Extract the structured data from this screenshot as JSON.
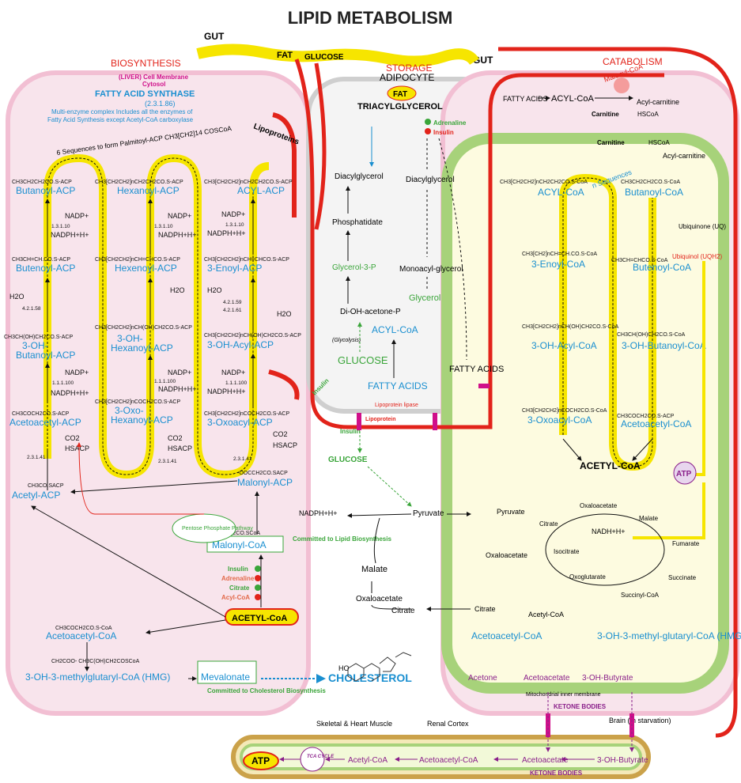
{
  "title": "LIPID METABOLISM",
  "top": {
    "gut_left": "GUT",
    "gut_right": "GUT",
    "fat": "FAT",
    "glucose": "GLUCOSE"
  },
  "sections": {
    "biosynthesis": "BIOSYNTHESIS",
    "storage": "STORAGE",
    "catabolism": "CATABOLISM"
  },
  "biosynthesis": {
    "liver": "(LIVER) Cell Membrane",
    "cytosol": "Cytosol",
    "fas": "FATTY ACID SYNTHASE",
    "fas_ec": "(2.3.1.86)",
    "fas_desc1": "Multi-enzyme complex Includes all the enzymes of",
    "fas_desc2": "Fatty Acid Synthesis except Acetyl-CoA carboxylase",
    "sequences": "6 Sequences to form Palmitoyl-ACP CH3[CH2]14 COSCoA",
    "lipoproteins": "Lipoproteins",
    "col1": [
      "CH3CH2CH2CO.S-ACP",
      "Butanoyl-ACP",
      "CH3CH=CH.CO.S-ACP",
      "Butenoyl-ACP",
      "CH3CH(OH)CH2CO.S-ACP",
      "3-OH-",
      "Butanoyl-ACP",
      "CH3COCH2CO.S-ACP",
      "Acetoacetyl-ACP"
    ],
    "col2": [
      "CH3[CH2CH2]nCH2CH2CO.S-ACP",
      "Hexanoyl-ACP",
      "CH3[CH2CH2]nCH=CHCO.S-ACP",
      "Hexenoyl-ACP",
      "CH3[CH2CH2]nCH(OH)CH2CO.S-ACP",
      "3-OH-",
      "Hexanoyl-ACP",
      "CH3[CH2CH2]nCOCH2CO.S-ACP",
      "3-Oxo-",
      "Hexanoyl-ACP"
    ],
    "col3": [
      "CH3[CH2CH2]nCH2CH2CO.S-ACP",
      "ACYL-ACP",
      "CH3[CH2CH2]nCH=CHCO.S-ACP",
      "3-Enoyl-ACP",
      "CH3[CH2CH2]nCH(OH)CH2CO.S-ACP",
      "3-OH-Acyl-ACP",
      "CH3[CH2CH2]nCOCH2CO.S-ACP",
      "3-Oxoacyl-ACP"
    ],
    "cofactors": {
      "nadp": "NADP+",
      "nadph": "NADPH+H+",
      "h2o": "H2O",
      "co2": "CO2",
      "hsacp": "HSACP"
    },
    "ecs": {
      "e1": "1.3.1.10",
      "e2": "4.2.1.58",
      "e3": "1.1.1.100",
      "e4": "2.3.1.41",
      "e5": "4.2.1.59",
      "e6": "4.2.1.61"
    },
    "acetyl_acp": "Acetyl-ACP",
    "acetyl_acp_formula": "CH3CO.SACP",
    "malonyl_acp": "Malonyl-ACP",
    "malonyl_acp_formula": "-OOCCH2CO.SACP",
    "malonyl_coa": "Malonyl-CoA",
    "malonyl_coa_formula": "-OOCCH2CO.SCoA",
    "committed_lipid": "Committed to Lipid Biosynthesis",
    "ppp": "Pentose Phosphate Pathway",
    "regulators": [
      "Insulin",
      "Adrenaline",
      "Citrate",
      "Acyl-CoA"
    ],
    "acetyl_coa": "ACETYL-CoA",
    "acetoacetyl_coa": "Acetoacetyl-CoA",
    "acetoacetyl_formula": "CH3COCH2CO.S-CoA",
    "hmg": "3-OH-3-methylglutaryl-CoA (HMG)",
    "hmg_formula": "CH2COO- CH3C(OH)CH2COSCoA",
    "mevalonate": "Mevalonate",
    "committed_chol": "Committed to Cholesterol Biosynthesis",
    "cholesterol": "CHOLESTEROL",
    "ho": "HO"
  },
  "storage": {
    "adipocyte": "ADIPOCYTE",
    "fat": "FAT",
    "tag": "TRIACYLGLYCEROL",
    "dag": "Diacylglycerol",
    "dag2": "Diacylglycerol",
    "phosphatidate": "Phosphatidate",
    "g3p": "Glycerol-3-P",
    "dhap": "Di-OH-acetone-P",
    "glycolysis": "(Glycolysis)",
    "glucose": "GLUCOSE",
    "acylcoa": "ACYL-CoA",
    "fattyacids": "FATTY ACIDS",
    "mag": "Monoacyl-glycerol",
    "glycerol": "Glycerol",
    "ffa": "FATTY ACIDS",
    "lpl": "Lipoprotein lipase",
    "lipoprotein": "Lipoprotein",
    "adrenaline": "Adrenaline",
    "insulin": "Insulin",
    "insulin2": "Insulin",
    "insulin3": "Insulin"
  },
  "middle": {
    "glucose": "GLUCOSE",
    "pyruvate": "Pyruvate",
    "malate": "Malate",
    "oxaloacetate": "Oxaloacetate",
    "citrate": "Citrate",
    "nadph": "NADPH+H+"
  },
  "catabolism": {
    "fatty_acids": "FATTY ACIDS",
    "acylcoa": "ACYL-CoA",
    "malonyl": "Malonyl-CoA",
    "acyl_carnitine": "Acyl-carnitine",
    "carnitine": "Carnitine",
    "hscoa": "HSCoA",
    "n_sequences": "n Sequences",
    "left_col": [
      "CH3[CH2CH2]nCH2CH2CO.S-CoA",
      "ACYL-CoA",
      "CH3[CH2]nCH=CH.CO.S-CoA",
      "3-Enoyl-CoA",
      "CH3[CH2CH2]nCH(OH)CH2CO.S-CoA",
      "3-OH-Acyl-CoA",
      "CH3[CH2CH2]nCOCH2CO.S-CoA",
      "3-Oxoacyl-CoA"
    ],
    "right_col": [
      "CH3CH2CH2CO.S-CoA",
      "Butanoyl-CoA",
      "CH3CH=CHCO.S-CoA",
      "Butenoyl-CoA",
      "CH3CH(OH)CH2CO.S-CoA",
      "3-OH-Butanoyl-CoA",
      "CH3COCH2CO.S-ACP",
      "Acetoacetyl-CoA"
    ],
    "ubiquinone": "Ubiquinone (UQ)",
    "ubiquinol": "Ubiquinol (UQH2)",
    "acetyl_coa": "ACETYL-CoA",
    "atp": "ATP",
    "tca": [
      "Oxaloacetate",
      "Citrate",
      "Malate",
      "Isocitrate",
      "Fumarate",
      "Oxoglutarate",
      "Succinyl-CoA",
      "Succinate"
    ],
    "nadh": "NADH+H+",
    "pyruvate": "Pyruvate",
    "oxaloacetate": "Oxaloacetate",
    "citrate": "Citrate",
    "acetyl_coa2": "Acetyl-CoA",
    "acetoacetyl": "Acetoacetyl-CoA",
    "hmg": "3-OH-3-methyl-glutaryl-CoA (HMG)",
    "acetone": "Acetone",
    "acetoacetate": "Acetoacetate",
    "ohbutyrate": "3-OH-Butyrate",
    "membrane": "Mitochondrial inner membrane",
    "ketone": "KETONE BODIES"
  },
  "bottom": {
    "muscle": "Skeletal & Heart Muscle",
    "renal": "Renal Cortex",
    "brain": "Brain (In starvation)",
    "atp": "ATP",
    "tca": "TCA CYCLE",
    "acetyl": "Acetyl-CoA",
    "acetoacetyl": "Acetoacetyl-CoA",
    "acetoacetate": "Acetoacetate",
    "ohbutyrate": "3-OH-Butyrate",
    "ketone": "KETONE BODIES"
  },
  "colors": {
    "yellow": "#f6e500",
    "red": "#e2231a",
    "pink": "#f8e4ec",
    "green": "#a7d27a",
    "cream": "#fdfbe0",
    "blue": "#1a8fd0"
  }
}
